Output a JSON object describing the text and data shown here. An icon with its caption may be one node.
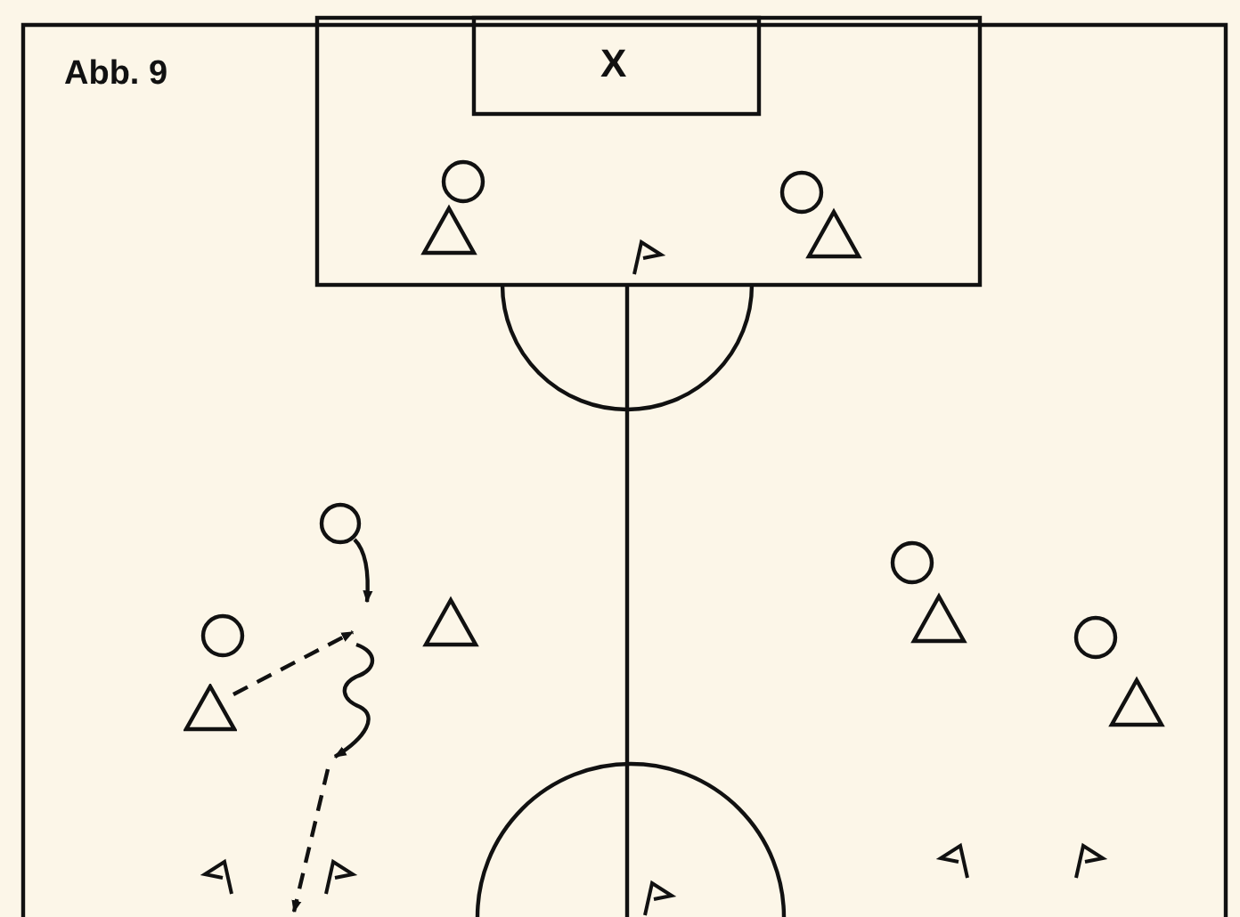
{
  "diagram": {
    "nodes": [
      {
        "text": [],
        "shape": "circle"
      },
      {
        "text": [],
        "shape": "triangle"
      }
    ],
    "edges": [
      {
        "from": 0,
        "to": null,
        "arrow": "to"
      },
      {
        "from": 1,
        "to": null,
        "arrow": "to",
        "style": "dashed"
      }
    ],
    "labels": [
      "Abb. 9",
      "X"
    ]
  }
}
